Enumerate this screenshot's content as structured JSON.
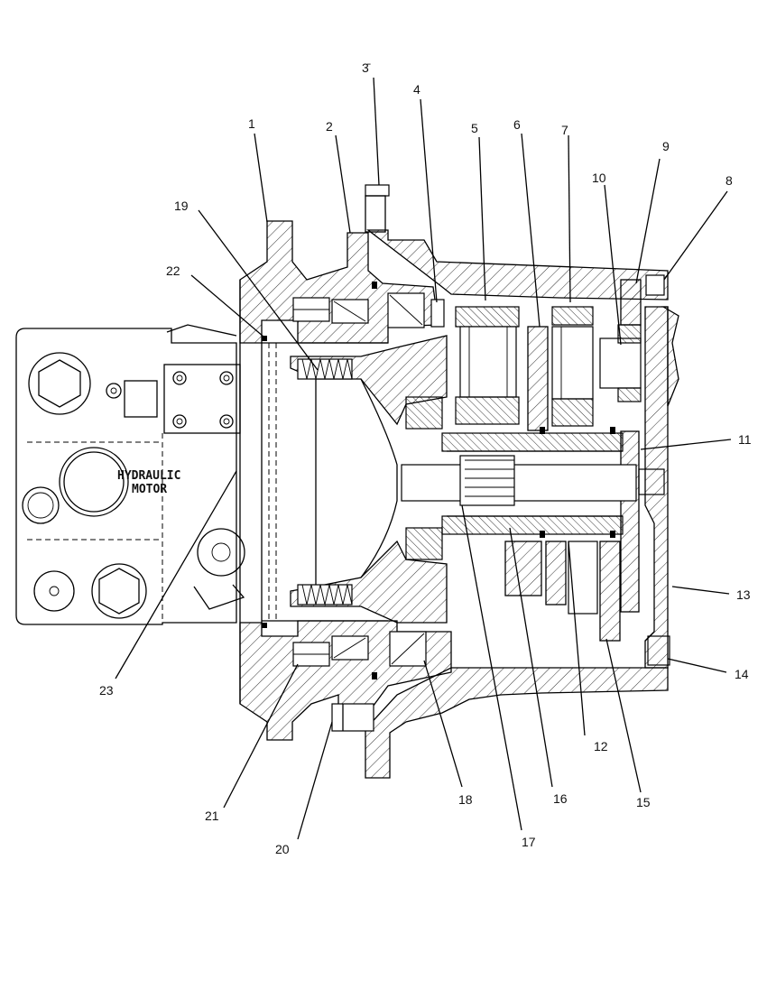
{
  "diagram": {
    "housing_label_line1": "HYDRAULIC",
    "housing_label_line2": "MOTOR",
    "callouts": [
      {
        "id": "c1",
        "text": "1"
      },
      {
        "id": "c2",
        "text": "2"
      },
      {
        "id": "c3",
        "text": "3̄"
      },
      {
        "id": "c4",
        "text": "4"
      },
      {
        "id": "c5",
        "text": "5"
      },
      {
        "id": "c6",
        "text": "6"
      },
      {
        "id": "c7",
        "text": "7"
      },
      {
        "id": "c8",
        "text": "8"
      },
      {
        "id": "c9",
        "text": "9"
      },
      {
        "id": "c10",
        "text": "10"
      },
      {
        "id": "c11",
        "text": "11"
      },
      {
        "id": "c12",
        "text": "12"
      },
      {
        "id": "c13",
        "text": "13"
      },
      {
        "id": "c14",
        "text": "14"
      },
      {
        "id": "c15",
        "text": "15"
      },
      {
        "id": "c16",
        "text": "16"
      },
      {
        "id": "c17",
        "text": "17"
      },
      {
        "id": "c18",
        "text": "18"
      },
      {
        "id": "c19",
        "text": "19"
      },
      {
        "id": "c20",
        "text": "20"
      },
      {
        "id": "c21",
        "text": "21"
      },
      {
        "id": "c22",
        "text": "22"
      },
      {
        "id": "c23",
        "text": "23"
      }
    ]
  }
}
